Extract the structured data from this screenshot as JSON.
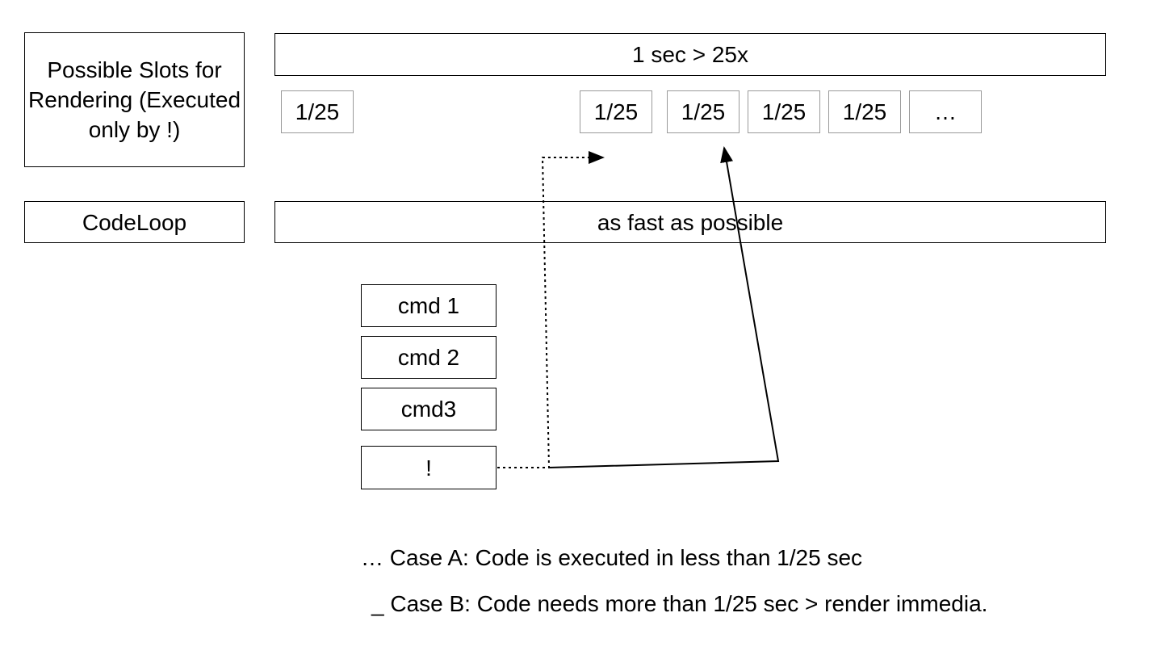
{
  "rows": {
    "render_label": "Possible Slots for Rendering (Executed only by !)",
    "render_bar": "1 sec > 25x",
    "codeloop_label": "CodeLoop",
    "codeloop_bar": "as fast as possible"
  },
  "slots": [
    "1/25",
    "1/25",
    "1/25",
    "1/25",
    "1/25",
    "…"
  ],
  "commands": [
    "cmd 1",
    "cmd 2",
    "cmd3",
    "!"
  ],
  "legend": {
    "case_a": "… Case A: Code is executed in less than 1/25 sec",
    "case_b": "_ Case B: Code needs more than 1/25 sec > render immedia."
  }
}
